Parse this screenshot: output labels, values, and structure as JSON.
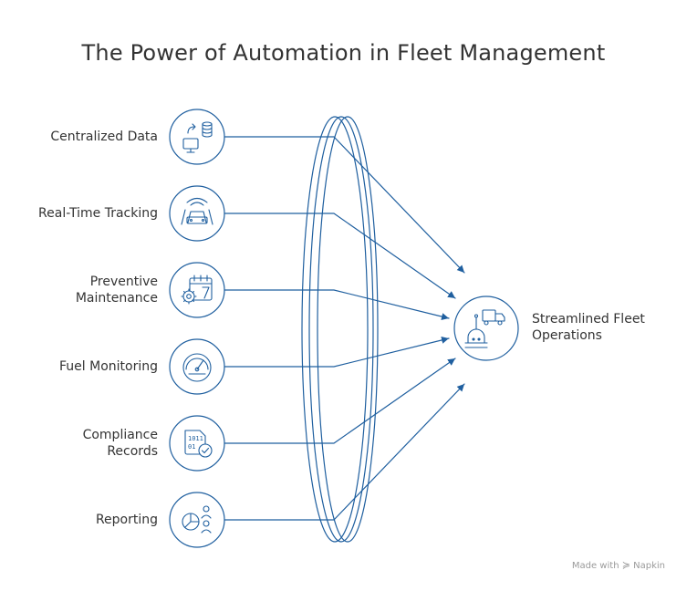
{
  "title": "The Power of Automation in Fleet Management",
  "inputs": [
    {
      "line1": "Centralized Data",
      "line2": "",
      "icon": "data-sync-icon"
    },
    {
      "line1": "Real-Time Tracking",
      "line2": "",
      "icon": "vehicle-tracking-icon"
    },
    {
      "line1": "Preventive",
      "line2": "Maintenance",
      "icon": "calendar-gear-icon"
    },
    {
      "line1": "Fuel Monitoring",
      "line2": "",
      "icon": "gauge-icon"
    },
    {
      "line1": "Compliance",
      "line2": "Records",
      "icon": "binary-check-icon"
    },
    {
      "line1": "Reporting",
      "line2": "",
      "icon": "pie-chart-people-icon"
    }
  ],
  "output": {
    "line1": "Streamlined Fleet",
    "line2": "Operations",
    "icon": "truck-robot-icon"
  },
  "footer": {
    "prefix": "Made with",
    "brand": "Napkin"
  },
  "colors": {
    "accent": "#1f5f9f",
    "text": "#333333",
    "muted": "#9a9a9a"
  }
}
